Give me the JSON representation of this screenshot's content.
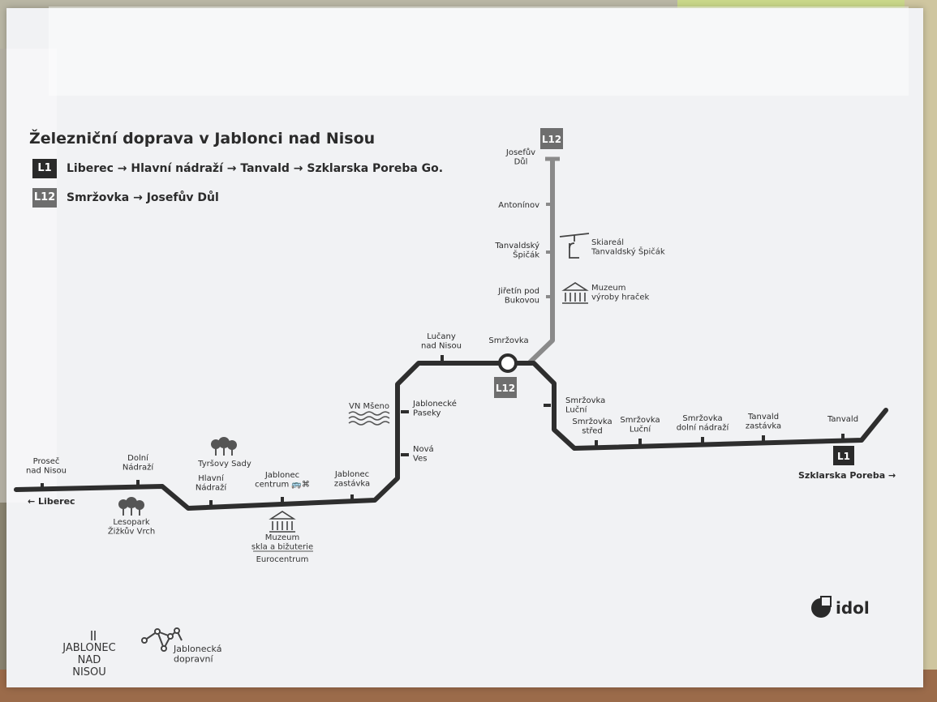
{
  "title": "Železniční doprava v Jablonci nad Nisou",
  "legend": [
    {
      "badge": "L1",
      "route": "Liberec → Hlavní nádraží → Tanvald → Szklarska Poreba Go."
    },
    {
      "badge": "L12",
      "route": "Smržovka → Josefův Důl"
    }
  ],
  "line_badges": {
    "l12_top": "L12",
    "l12_smrzovka": "L12",
    "l1_end": "L1"
  },
  "stations": {
    "prosec": "Proseč|nad Nisou",
    "dolni_nadrazi": "Dolní|Nádraží",
    "hlavni_nadrazi": "Hlavní|Nádraží",
    "jablonec_centrum": "Jablonec|centrum 🚌⌘",
    "jablonec_zastavka": "Jablonec|zastávka",
    "nova_ves": "Nová|Ves",
    "jablonecke_paseky": "Jablonecké|Paseky",
    "lucany": "Lučany|nad Nisou",
    "smrzovka": "Smržovka",
    "smrzovka_lucni_1": "Smržovka|Luční",
    "smrzovka_stred": "Smržovka|střed",
    "smrzovka_lucni_2": "Smržovka|Luční",
    "smrzovka_dolni": "Smržovka|dolní nádraží",
    "tanvald_zastavka": "Tanvald|zastávka",
    "tanvald": "Tanvald",
    "jiretin": "Jiřetín pod|Bukovou",
    "tanvaldsky_spicak": "Tanvaldský|Špičák",
    "antoninov": "Antonínov",
    "josefuv_dul": "Josefův|Důl"
  },
  "points_of_interest": {
    "lesopark": "Lesopark|Žižkův Vrch",
    "tyrsovy_sady": "Tyršovy Sady",
    "muzeum_skla": "Muzeum|skla a bižuterie",
    "eurocentrum": "Eurocentrum",
    "vn_mseno": "VN Mšeno",
    "skiareal": "Skiareál|Tanvaldský Špičák",
    "muzeum_hracek": "Muzeum|výroby hraček"
  },
  "directions": {
    "liberec": "← Liberec",
    "szklarska": "Szklarska Poreba →"
  },
  "logos": {
    "jablonec": "JABLONEC|NAD|NISOU",
    "jablonecka_doprava": "Jablonecká|dopravní",
    "idol": "idol"
  },
  "colors": {
    "line_l1": "#2e2e2e",
    "line_l12": "#8a8a8a",
    "badge_l12": "#6e6e6e"
  }
}
